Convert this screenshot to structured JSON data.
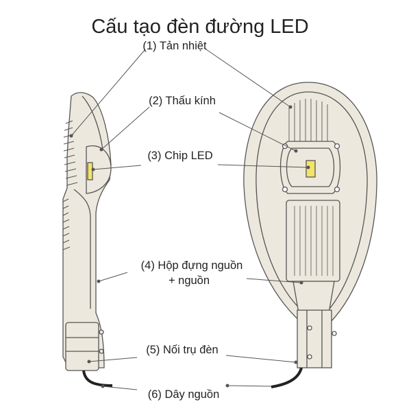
{
  "title": "Cấu tạo đèn đường LED",
  "labels": [
    {
      "id": "heatsink",
      "text": "(1) Tản nhiệt"
    },
    {
      "id": "lens",
      "text": "(2) Thấu kính"
    },
    {
      "id": "chip",
      "text": "(3) Chip LED"
    },
    {
      "id": "driver-box",
      "text": "(4) Hộp đựng nguồn"
    },
    {
      "id": "driver-box-2",
      "text": "+ nguồn"
    },
    {
      "id": "pole-joint",
      "text": "(5) Nối trụ đèn"
    },
    {
      "id": "power-cable",
      "text": "(6) Dây nguồn"
    }
  ],
  "colors": {
    "body_fill": "#ede8dd",
    "stroke": "#555555",
    "chip": "#f2e36a",
    "leader": "#555555",
    "cable": "#222222",
    "text": "#222222"
  }
}
